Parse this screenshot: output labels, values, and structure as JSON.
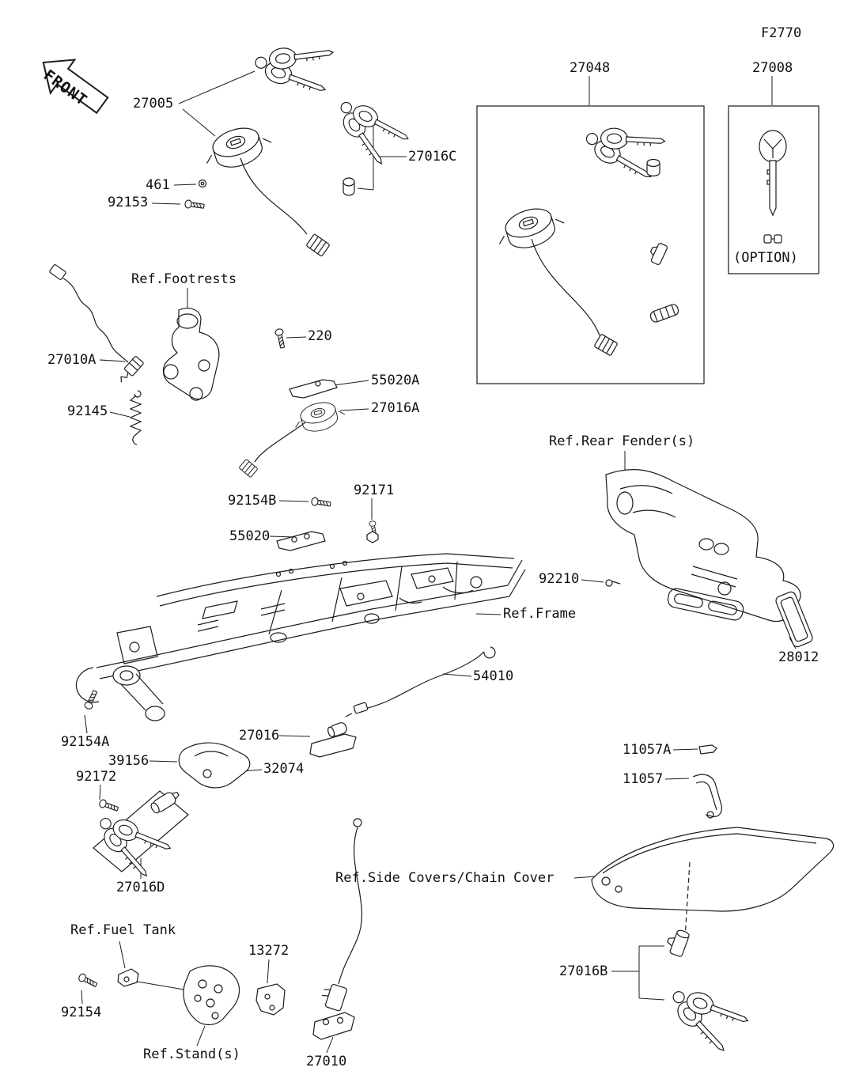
{
  "page": {
    "code": "F2770"
  },
  "orientation": {
    "front": "FRONT"
  },
  "boxes": {
    "option_note": "(OPTION)"
  },
  "part_labels": {
    "p27005": "27005",
    "p461": "461",
    "p92153": "92153",
    "p27016C": "27016C",
    "p27048": "27048",
    "p27008": "27008",
    "p27010A": "27010A",
    "p92145": "92145",
    "p220": "220",
    "p55020A": "55020A",
    "p27016A": "27016A",
    "p92154B": "92154B",
    "p92171": "92171",
    "p55020": "55020",
    "p92210": "92210",
    "p28012": "28012",
    "p54010": "54010",
    "p27016": "27016",
    "p92154A": "92154A",
    "p39156": "39156",
    "p92172": "92172",
    "p32074": "32074",
    "p27016D": "27016D",
    "p11057A": "11057A",
    "p11057": "11057",
    "p13272": "13272",
    "p92154": "92154",
    "p27010": "27010",
    "p27016B": "27016B"
  },
  "reference_labels": {
    "footrests": "Ref.Footrests",
    "rear_fenders": "Ref.Rear Fender(s)",
    "frame": "Ref.Frame",
    "side_covers": "Ref.Side Covers/Chain Cover",
    "fuel_tank": "Ref.Fuel Tank",
    "stands": "Ref.Stand(s)"
  }
}
